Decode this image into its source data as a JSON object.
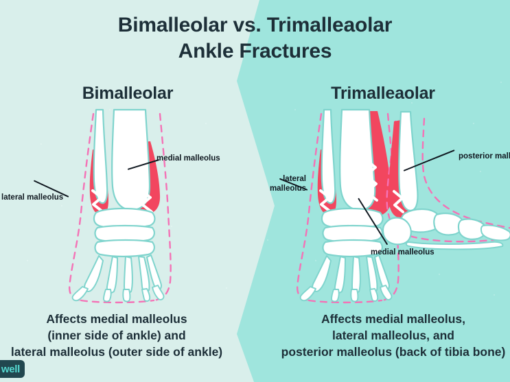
{
  "title": {
    "line1": "Bimalleolar vs. Trimalleaolar",
    "line2": "Ankle Fractures"
  },
  "sections": {
    "left": {
      "heading": "Bimalleolar",
      "caption": [
        "Affects medial malleolus",
        "(inner side of ankle) and",
        "lateral malleolus (outer side of ankle)"
      ],
      "annotations": [
        {
          "name": "medial-malleolus",
          "text": "medial malleolus"
        },
        {
          "name": "lateral-malleolus",
          "text": "lateral malleolus"
        }
      ]
    },
    "right": {
      "heading": "Trimalleaolar",
      "caption": [
        "Affects medial malleolus,",
        "lateral malleolus, and",
        "posterior malleolus (back of tibia bone)"
      ],
      "annotations": [
        {
          "name": "lateral-malleolus-line1",
          "text": "lateral"
        },
        {
          "name": "lateral-malleolus-line2",
          "text": "malleolus"
        },
        {
          "name": "medial-malleolus",
          "text": "medial malleolus"
        },
        {
          "name": "posterior-malleolus",
          "text": "posterior malleolus"
        }
      ]
    }
  },
  "logo": {
    "text": "well"
  },
  "colors": {
    "background_left": "#d9efeb",
    "background_right": "#9fe5dd",
    "text_dark": "#1d2f38",
    "annotation_text": "#101820",
    "fracture_red": "#f2465f",
    "soft_tissue_pink": "#f472b6",
    "bone_outline_teal": "#7fd4cd",
    "bone_fill": "#ffffff",
    "logo_background": "#21474f",
    "logo_text": "#55d8d0"
  }
}
